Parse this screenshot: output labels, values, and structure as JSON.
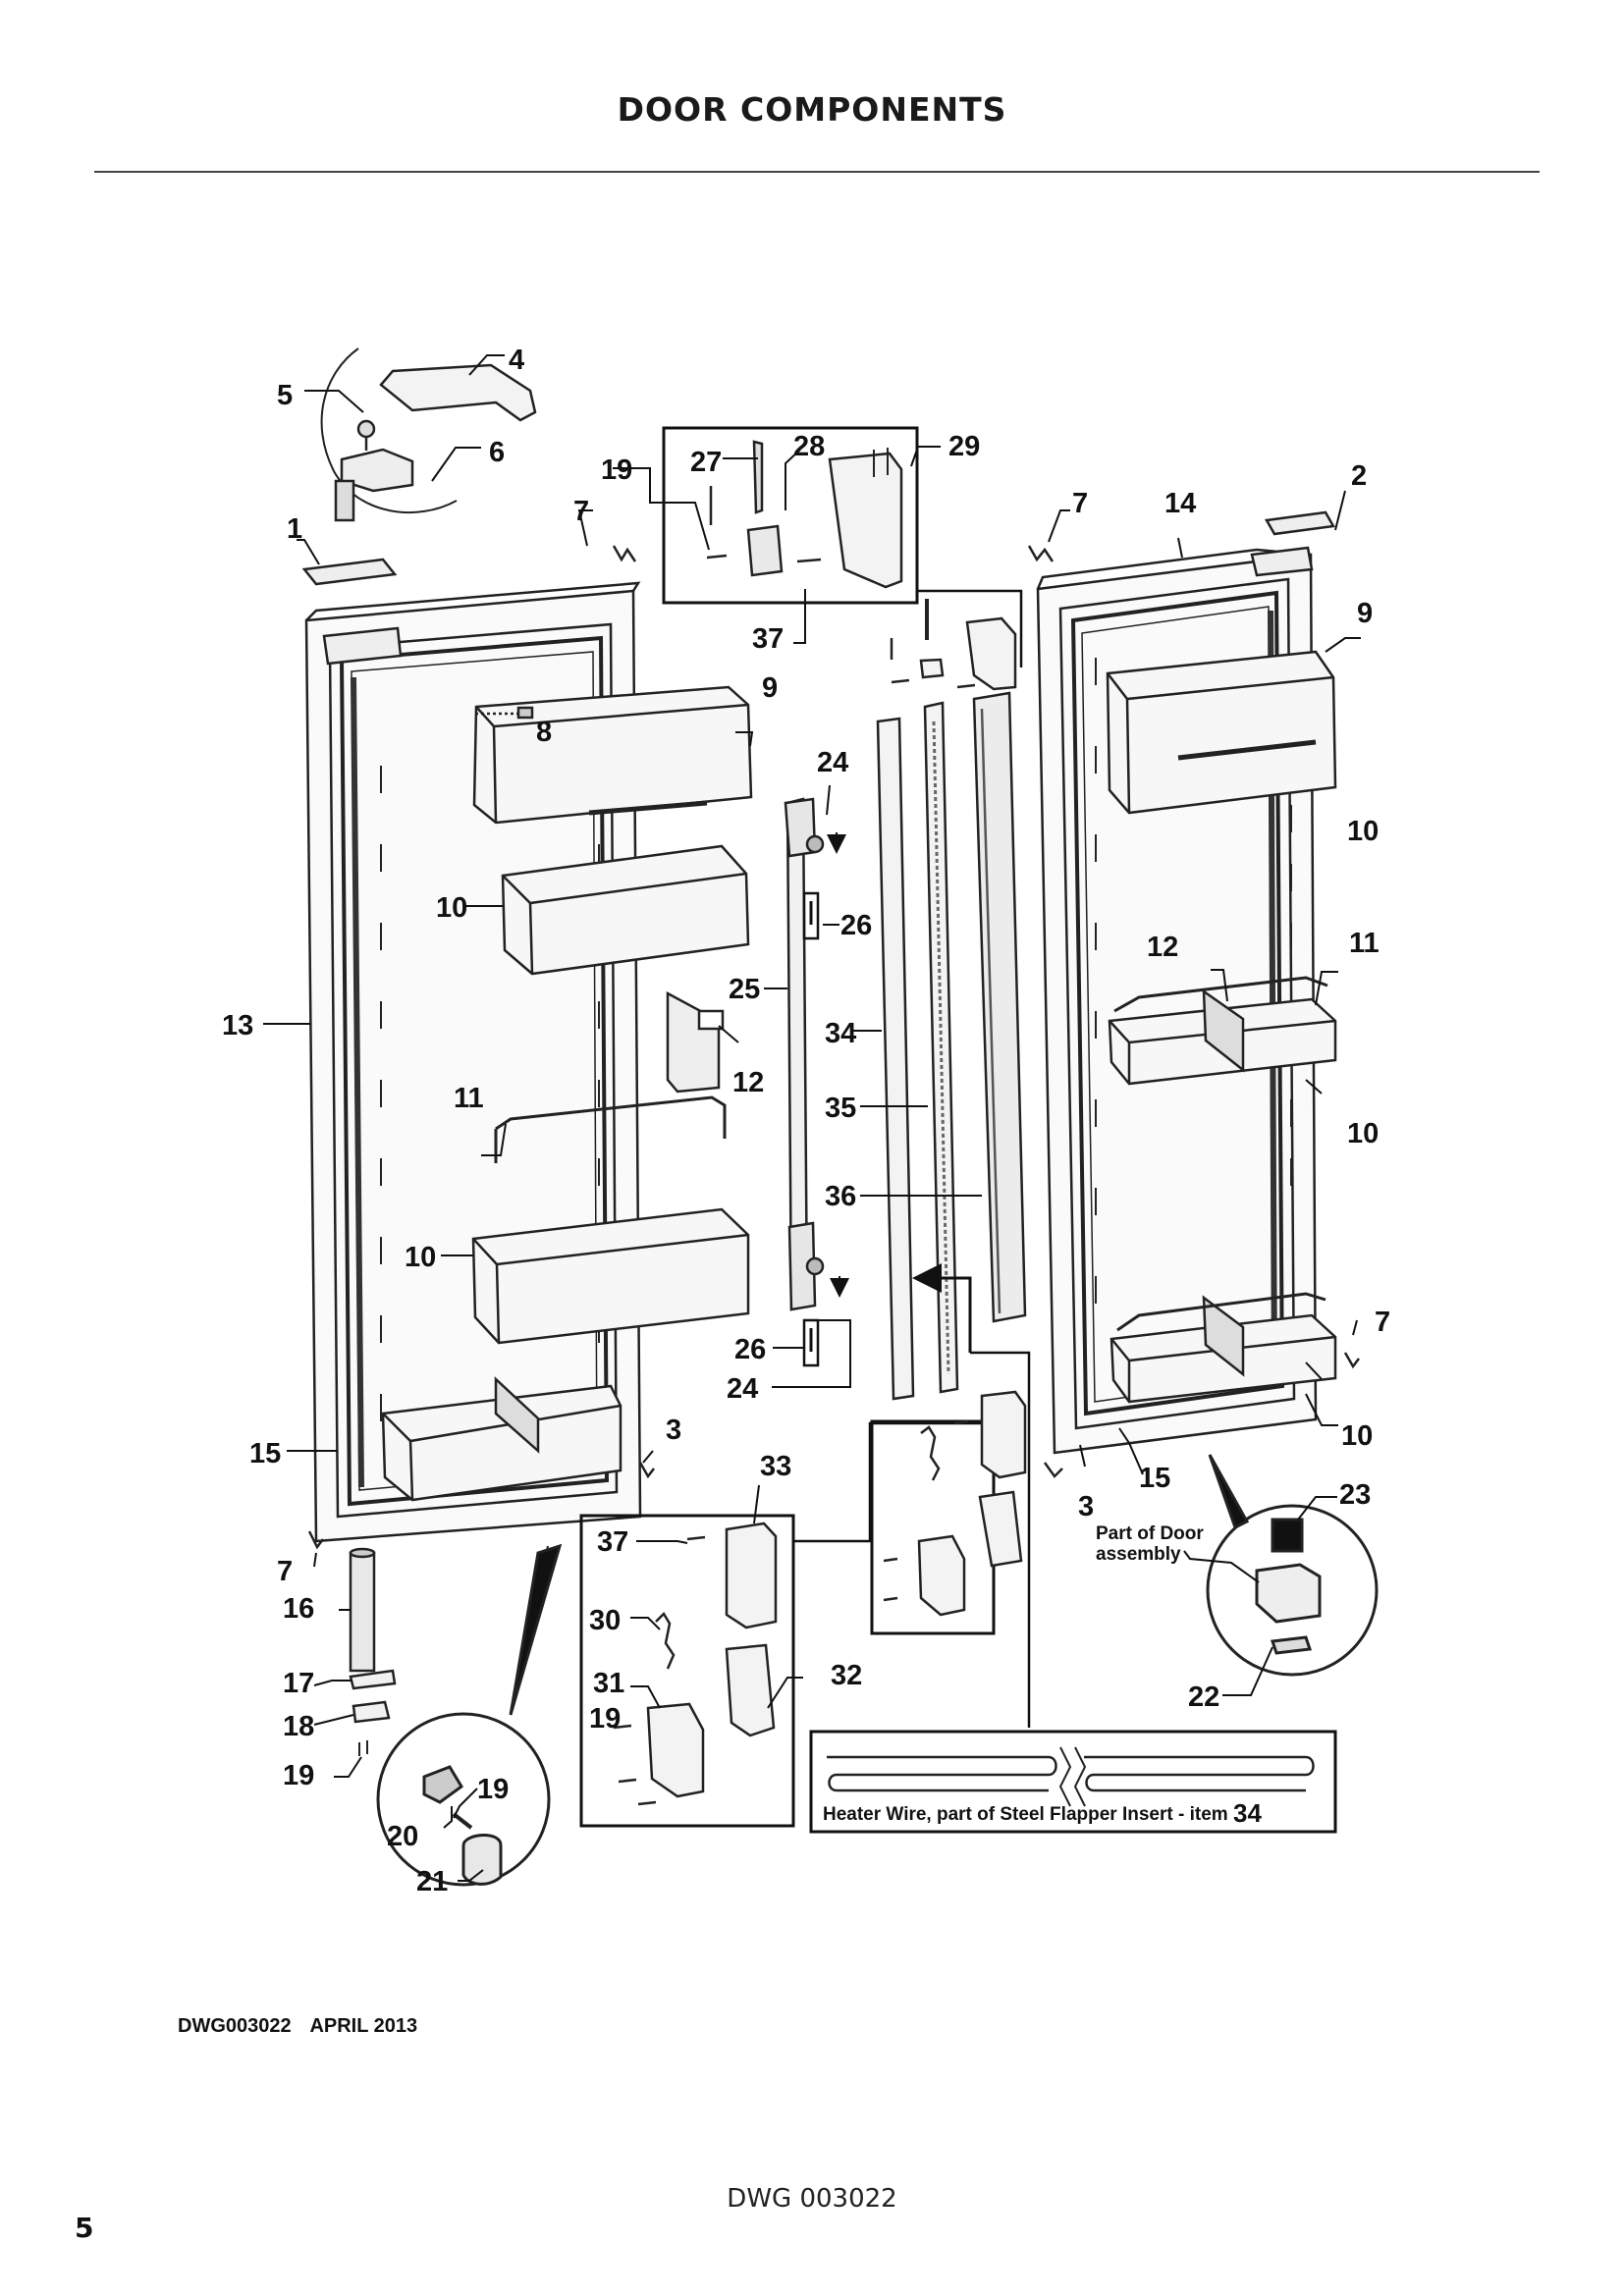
{
  "page": {
    "title": "DOOR COMPONENTS",
    "drawing_number": "DWG003022",
    "drawing_date": "APRIL 2013",
    "footer_label": "DWG 003022",
    "page_number": "5"
  },
  "diagram": {
    "labels": {
      "l1": "1",
      "l2": "2",
      "l3a": "3",
      "l3b": "3",
      "l4": "4",
      "l5": "5",
      "l6": "6",
      "l7a": "7",
      "l7b": "7",
      "l7c": "7",
      "l7d": "7",
      "l8": "8",
      "l9a": "9",
      "l9b": "9",
      "l10a": "10",
      "l10b": "10",
      "l10c": "10",
      "l10d": "10",
      "l10e": "10",
      "l11a": "11",
      "l11b": "11",
      "l12a": "12",
      "l12b": "12",
      "l13": "13",
      "l14": "14",
      "l15a": "15",
      "l15b": "15",
      "l16": "16",
      "l17": "17",
      "l18": "18",
      "l19a": "19",
      "l19b": "19",
      "l19c": "19",
      "l19d": "19",
      "l20": "20",
      "l21": "21",
      "l22": "22",
      "l23": "23",
      "l24a": "24",
      "l24b": "24",
      "l25": "25",
      "l26a": "26",
      "l26b": "26",
      "l27": "27",
      "l28": "28",
      "l29": "29",
      "l30": "30",
      "l31": "31",
      "l32": "32",
      "l33": "33",
      "l34": "34",
      "l35": "35",
      "l36": "36",
      "l37a": "37",
      "l37b": "37"
    },
    "door_assembly_note_line1": "Part of Door",
    "door_assembly_note_line2": "assembly",
    "heater_caption": "Heater Wire, part of Steel Flapper Insert - item",
    "heater_item": "34"
  }
}
